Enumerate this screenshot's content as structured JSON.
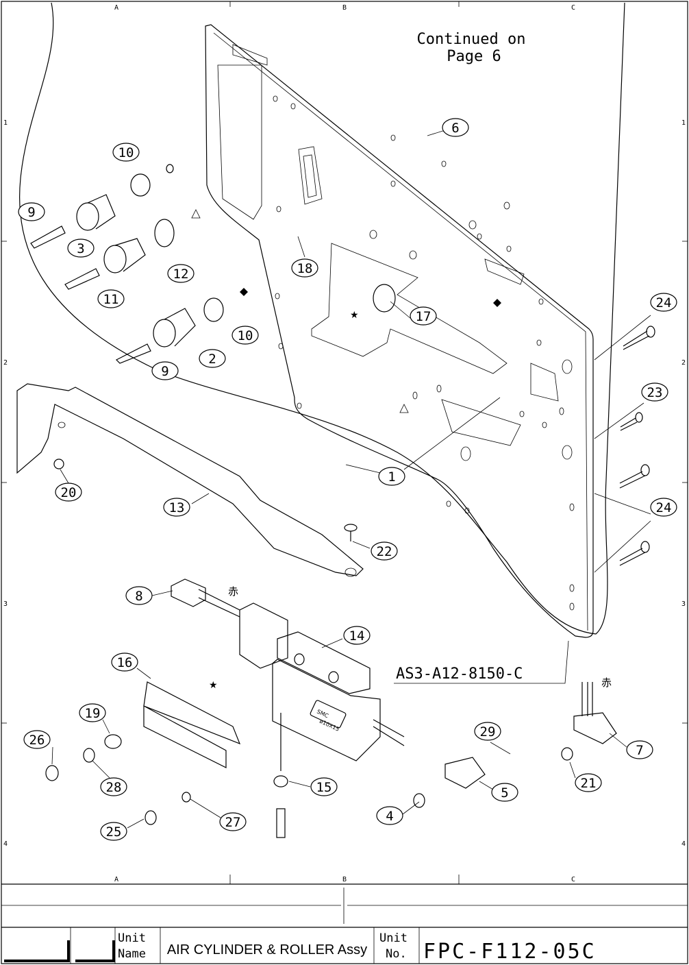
{
  "drawing": {
    "continued_note": [
      "Continued on",
      "Page 6"
    ],
    "part_ref": "AS3-A12-8150-C",
    "red_mark": "赤",
    "cylinder_label": "ø10X15",
    "cylinder_brand": "SMC",
    "zone_columns": [
      "A",
      "B",
      "C"
    ],
    "zone_rows": [
      "1",
      "2",
      "3",
      "4"
    ],
    "callouts": [
      "10",
      "9",
      "3",
      "12",
      "11",
      "10",
      "2",
      "9",
      "6",
      "18",
      "17",
      "24",
      "23",
      "24",
      "1",
      "20",
      "13",
      "22",
      "8",
      "14",
      "16",
      "19",
      "26",
      "28",
      "15",
      "29",
      "5",
      "4",
      "25",
      "27",
      "7",
      "21"
    ]
  },
  "title_block": {
    "unit_name_label": [
      "Unit",
      "Name"
    ],
    "unit_name": "AIR CYLINDER & ROLLER Assy",
    "unit_no_label": [
      "Unit",
      "No."
    ],
    "unit_no": "FPC-F112-05C"
  }
}
